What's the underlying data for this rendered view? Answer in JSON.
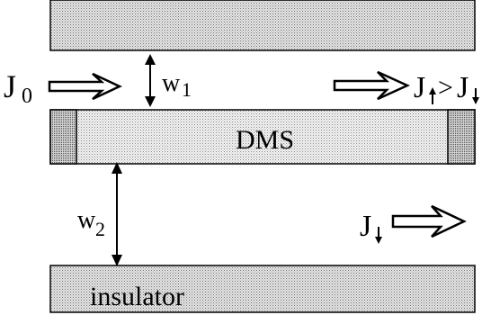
{
  "labels": {
    "j0_main": "J",
    "j0_sub": "0",
    "w1_main": "w",
    "w1_sub": "1",
    "dms": "DMS",
    "rel_j1_main": "J",
    "rel_gt": ">",
    "rel_j2_main": "J",
    "w2_main": "w",
    "w2_sub": "2",
    "jdown_main": "J",
    "insulator": "insulator"
  },
  "colors": {
    "stroke": "#000000",
    "fill_light": "#e8e8e8",
    "fill_dark": "#9a9a9a",
    "background": "#ffffff"
  },
  "icons": {
    "spin_up": "arrow-up",
    "spin_down": "arrow-down",
    "current_flow": "hollow-right-arrow",
    "width_marker": "double-headed-arrow"
  }
}
